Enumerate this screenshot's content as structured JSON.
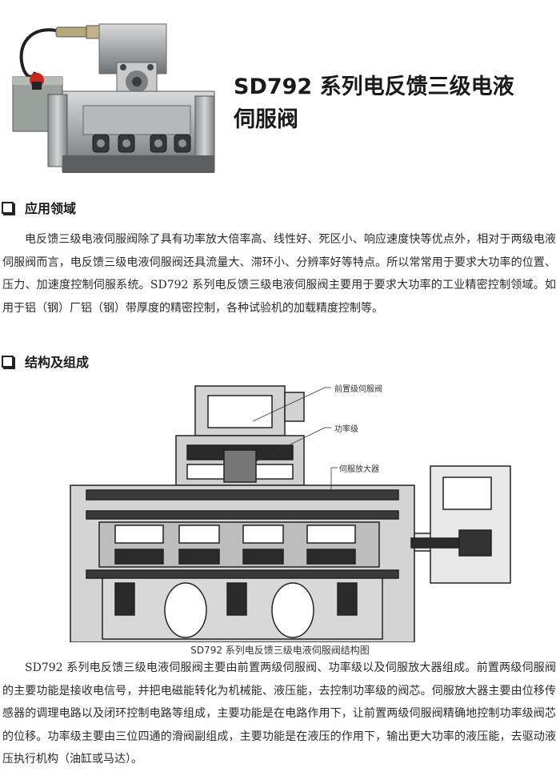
{
  "title": {
    "line1": "SD792 系列电反馈三级电液",
    "line2": "伺服阀"
  },
  "sections": {
    "application": {
      "heading": "应用领域",
      "paragraph": "电反馈三级电液伺服阀除了具有功率放大倍率高、线性好、死区小、响应速度快等优点外，相对于两级电液伺服阀而言，电反馈三级电液伺服阀还具流量大、滞环小、分辨率好等特点。所以常常用于要求大功率的位置、压力、加速度控制伺服系统。SD792 系列电反馈三级电液伺服阀主要用于要求大功率的工业精密控制领域。如用于铝（钢）厂铝（钢）带厚度的精密控制，各种试验机的加载精度控制等。"
    },
    "structure": {
      "heading": "结构及组成",
      "diagram_labels": {
        "pilot": "前置级伺服阀",
        "power": "功率级",
        "amplifier": "伺服放大器"
      },
      "caption": "SD792 系列电反馈三级电液伺服阀结构图",
      "paragraph": "SD792 系列电反馈三级电液伺服阀主要由前置两级伺服阀、功率级以及伺服放大器组成。前置两级伺服阀的主要功能是接收电信号，并把电磁能转化为机械能、液压能，去控制功率级的阀芯。伺服放大器主要由位移传感器的调理电路以及闭环控制电路等组成，主要功能是在电路作用下，让前置两级伺服阀精确地控制功率级阀芯的位移。功率级主要由三位四通的滑阀副组成，主要功能是在液压的作用下，输出更大功率的液压能，去驱动液压执行机构（油缸或马达）。"
    }
  },
  "colors": {
    "steel": "#a7aaa8",
    "dark_part": "#2b2b2b",
    "diagram_fill": "#c9c9c9"
  }
}
